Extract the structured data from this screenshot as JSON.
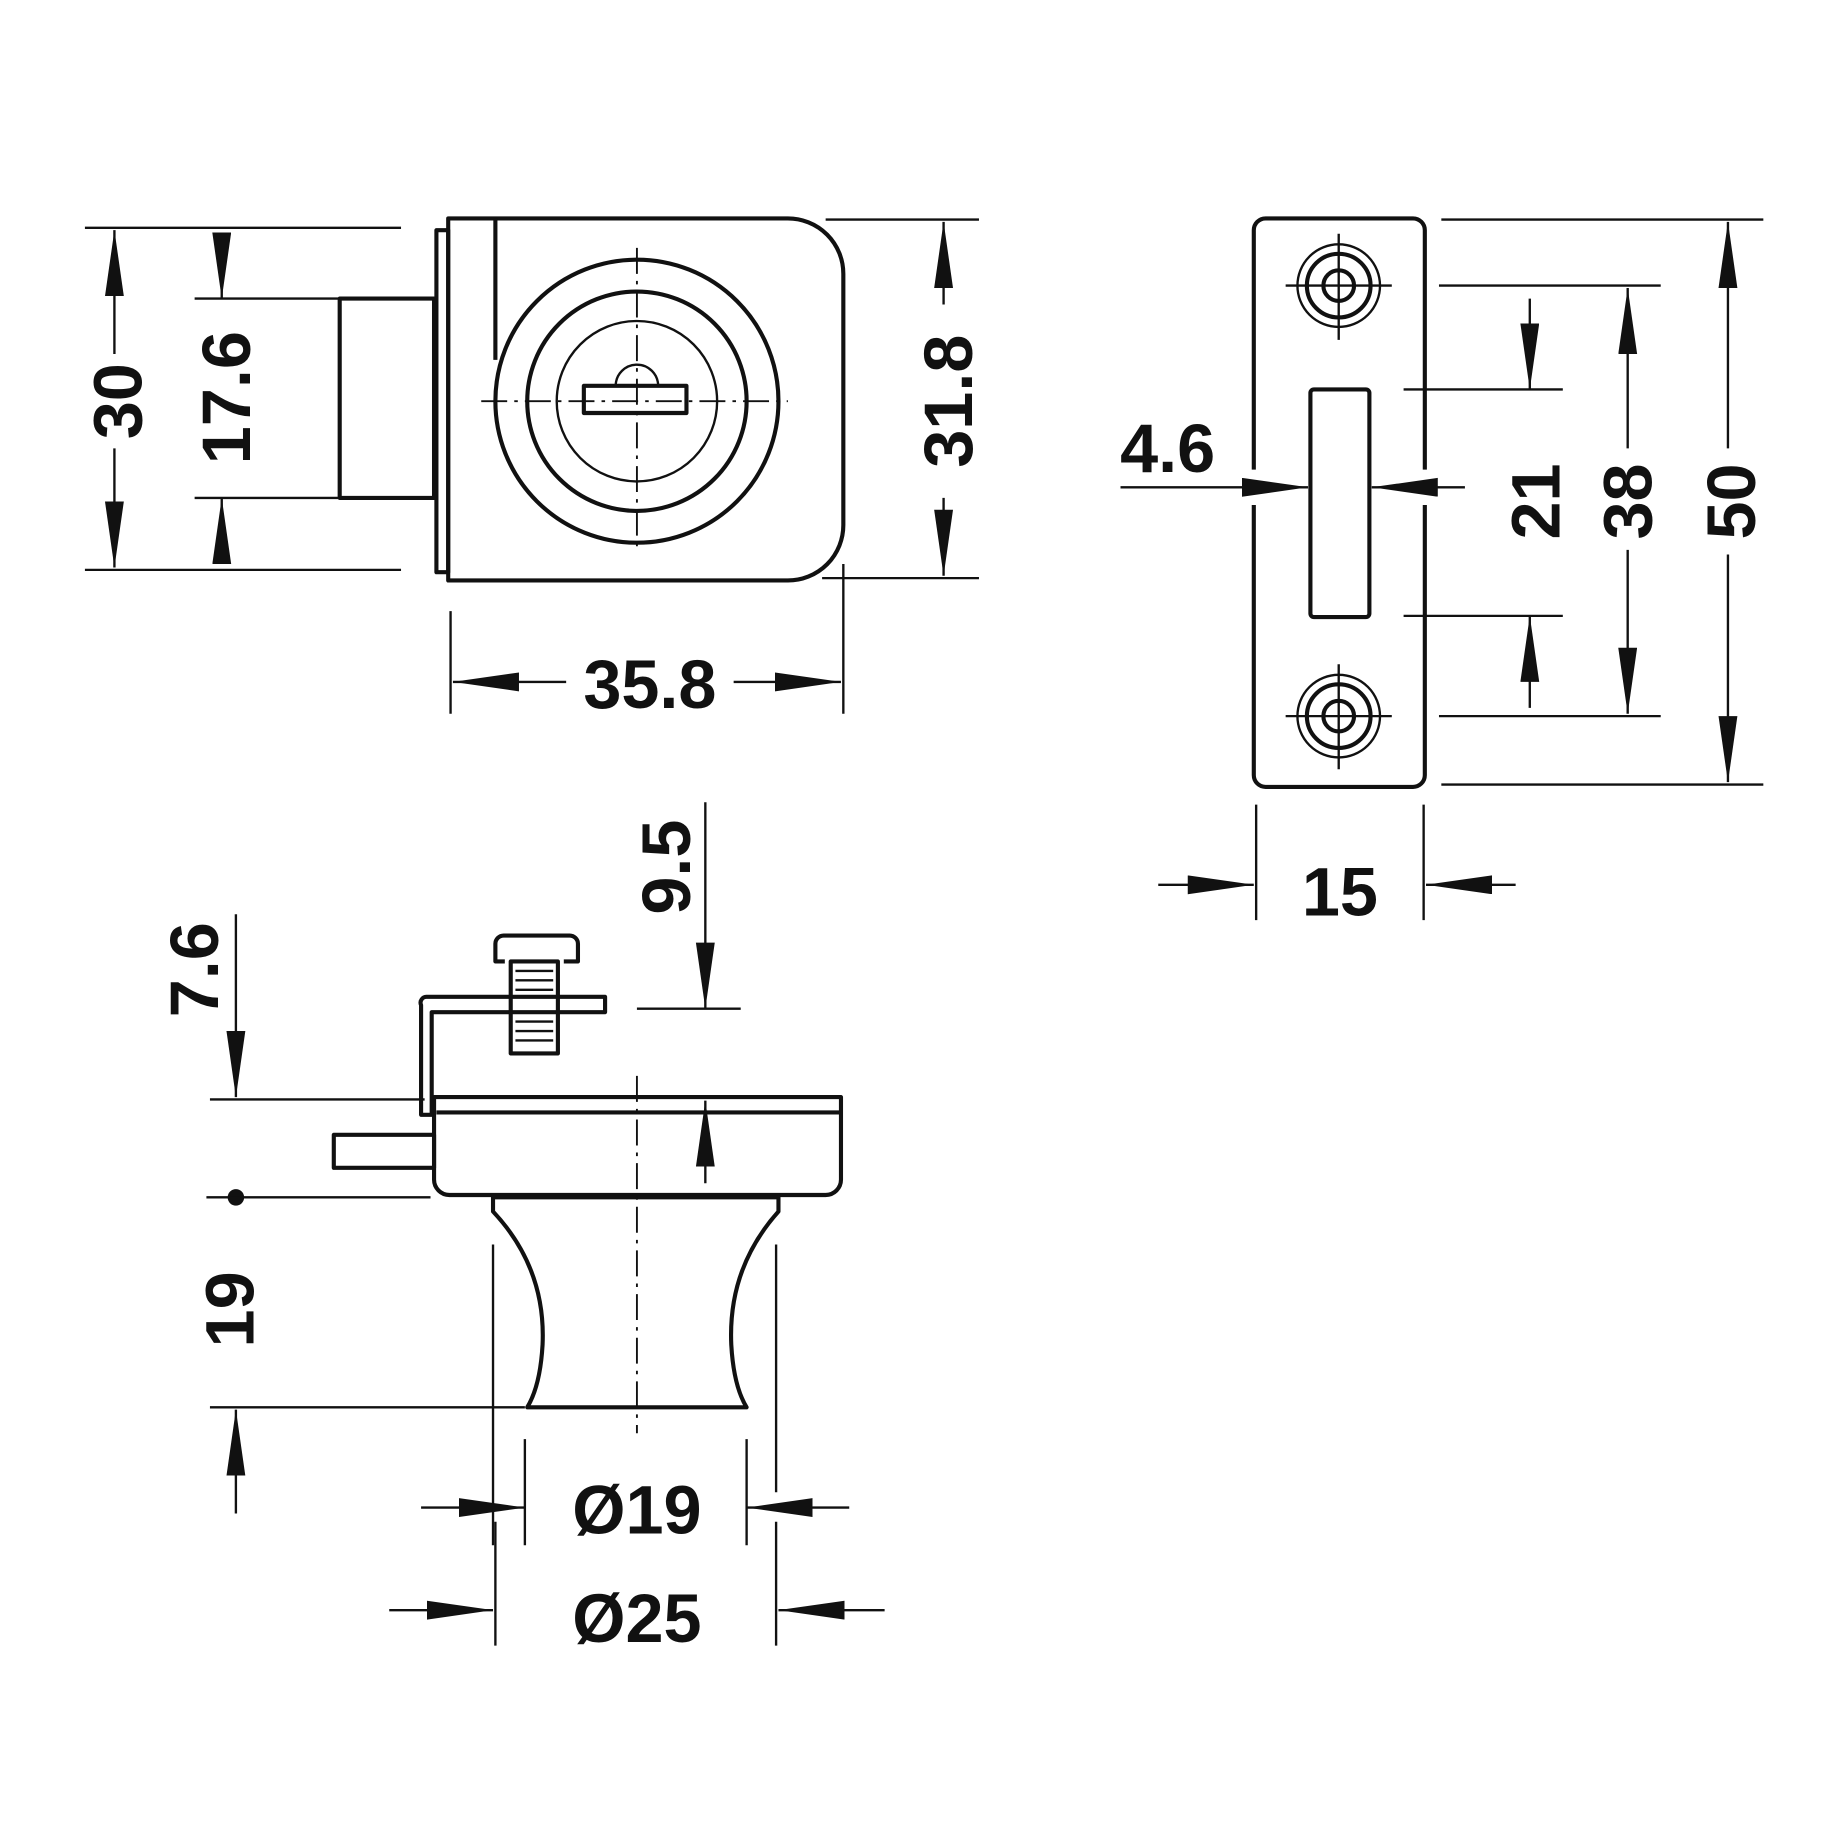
{
  "drawing": {
    "front_view": {
      "dims": {
        "height_total": "30",
        "block_height": "17.6",
        "body_height": "31.8",
        "body_width": "35.8"
      }
    },
    "strike_plate": {
      "dims": {
        "slot_width": "4.6",
        "slot_length": "21",
        "hole_spacing": "38",
        "plate_length": "50",
        "plate_width": "15"
      }
    },
    "side_view": {
      "dims": {
        "bracket_offset": "9.5",
        "top_offset": "7.6",
        "knob_height": "19",
        "knob_neck_dia": "Ø19",
        "knob_dia": "Ø25"
      }
    }
  }
}
